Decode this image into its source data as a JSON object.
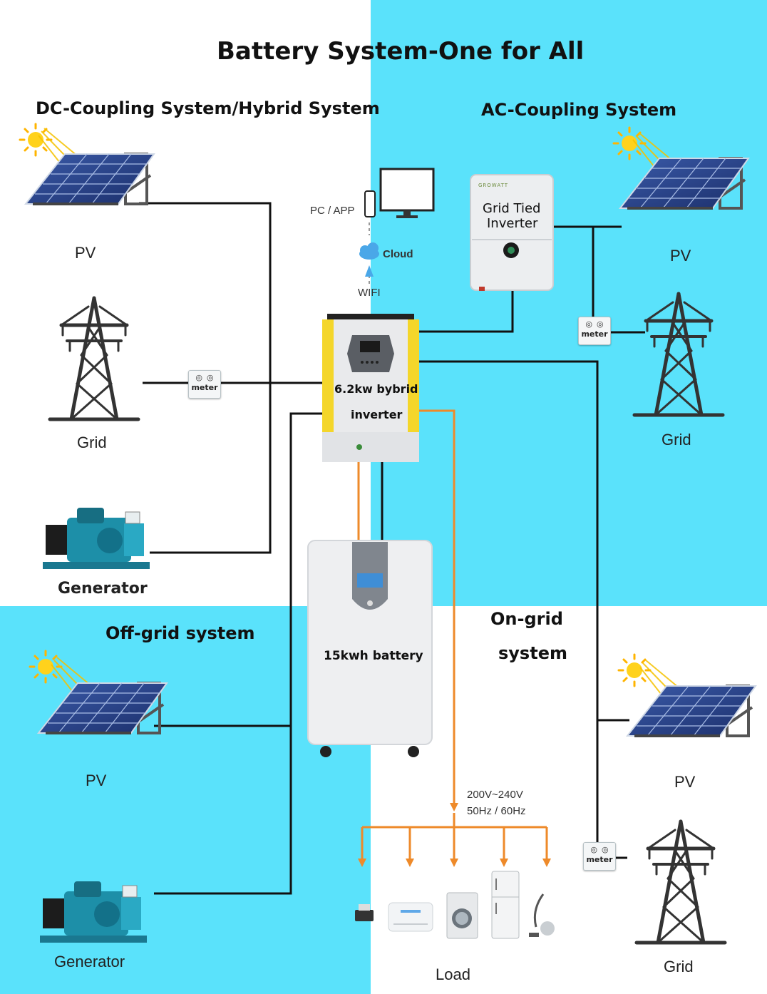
{
  "title": "Battery System-One for All",
  "colors": {
    "cyan": "#5ae2fb",
    "wire_black": "#111111",
    "wire_orange": "#ee8a2a",
    "yellow": "#f4d62a"
  },
  "sections": {
    "dc": "DC-Coupling System/Hybrid System",
    "ac": "AC-Coupling System",
    "offgrid": "Off-grid system",
    "ongrid_line1": "On-grid",
    "ongrid_line2": "system"
  },
  "labels": {
    "pv": "PV",
    "grid": "Grid",
    "generator": "Generator",
    "meter": "meter",
    "pc_app": "PC / APP",
    "cloud": "Cloud",
    "wifi": "WIFI",
    "load": "Load",
    "voltage": "200V~240V",
    "frequency": "50Hz / 60Hz"
  },
  "devices": {
    "hybrid_inverter_line1": "6.2kw bybrid",
    "hybrid_inverter_line2": "inverter",
    "grid_tied_line1": "Grid Tied",
    "grid_tied_line2": "Inverter",
    "grid_tied_brand": "GROWATT",
    "battery": "15kwh battery"
  },
  "icons": [
    "sun-icon",
    "solar-panel-icon",
    "transmission-tower-icon",
    "generator-icon",
    "meter-icon",
    "monitor-icon",
    "phone-icon",
    "cloud-icon",
    "wifi-icon",
    "printer-icon",
    "air-conditioner-icon",
    "washing-machine-icon",
    "refrigerator-icon",
    "vacuum-cleaner-icon"
  ]
}
